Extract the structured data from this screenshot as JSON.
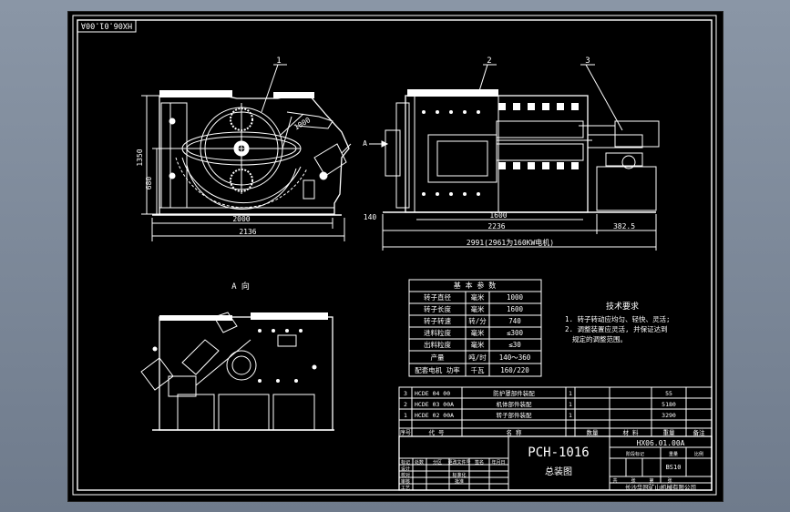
{
  "drawing": {
    "code_rotated": "HX06.01.00A",
    "title": "PCH-1016",
    "subtitle": "总装图",
    "drawing_no": "HX06.01.00A",
    "scale": "BS10",
    "company": "长沙华冠矿山机械有限公司",
    "view_a_label": "A 向",
    "arrow_a": "A",
    "balloons": [
      "1",
      "2",
      "3"
    ]
  },
  "dimensions": {
    "front_height": "1350",
    "front_low_height": "680",
    "front_diag": "1000",
    "front_width_inner": "2000",
    "front_width_outer": "2136",
    "side_1600": "1600",
    "side_2236": "2236",
    "side_140": "140",
    "side_382": "382.5",
    "side_total": "2991(2961为160KW电机)"
  },
  "params_table": {
    "title": "基 本 参 数",
    "rows": [
      [
        "转子直径",
        "毫米",
        "1000"
      ],
      [
        "转子长度",
        "毫米",
        "1600"
      ],
      [
        "转子转速",
        "转/分",
        "740"
      ],
      [
        "进料粒度",
        "毫米",
        "≤300"
      ],
      [
        "出料粒度",
        "毫米",
        "≤30"
      ],
      [
        "产量",
        "吨/时",
        "140～360"
      ],
      [
        "配套电机 功率",
        "千瓦",
        "160/220"
      ]
    ]
  },
  "tech_notes": {
    "title": "技术要求",
    "lines": [
      "1. 转子转动应均匀、轻快、灵活;",
      "2. 调整装置应灵活, 并保证达到",
      "规定的调整范围。"
    ]
  },
  "bom": {
    "rows": [
      [
        "3",
        "HCDE 04 00",
        "防护罩部件装配",
        "1",
        "",
        "55",
        ""
      ],
      [
        "2",
        "HCDE 03 00A",
        "机体部件装配",
        "1",
        "",
        "5180",
        ""
      ],
      [
        "1",
        "HCDE 02 00A",
        "转子部件装配",
        "1",
        "",
        "3290",
        ""
      ]
    ],
    "header": [
      "序号",
      "代 号",
      "名 称",
      "数量",
      "材 料",
      "重量",
      "备注"
    ]
  },
  "title_block": {
    "left_labels": [
      "标记",
      "处数",
      "分区",
      "更改文件号",
      "签名",
      "年月日"
    ],
    "roles": [
      "设计",
      "校对",
      "审核",
      "工艺",
      "标准化",
      "批准"
    ],
    "right_labels": [
      "阶段标记",
      "重量",
      "比例",
      "共",
      "张",
      "第",
      "张"
    ]
  }
}
